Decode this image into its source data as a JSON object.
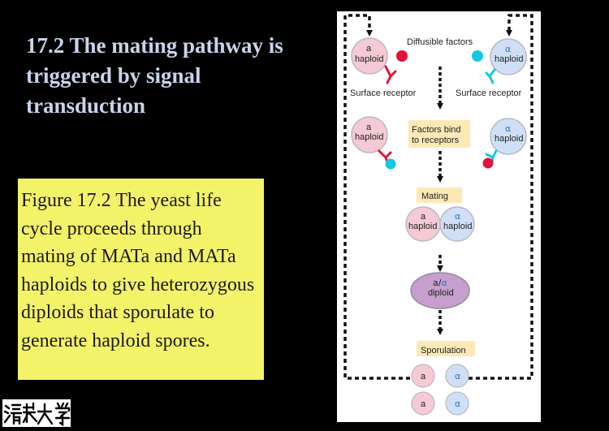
{
  "slide": {
    "title": "17.2 The mating pathway is triggered by signal transduction",
    "caption": "Figure 17.2 The yeast life cycle proceeds through mating of MATa and MATa haploids to give heterozygous diploids that sporulate to generate haploid spores."
  },
  "logo": {
    "text": "清華大學"
  },
  "diagram": {
    "diffusible_factors": "Diffusible factors",
    "left_cell": {
      "mating_type": "a",
      "label": "haploid"
    },
    "right_cell": {
      "mating_type": "α",
      "label": "haploid"
    },
    "surface_receptor_left": "Surface receptor",
    "surface_receptor_right": "Surface receptor",
    "bound_left_cell": {
      "mating_type": "a",
      "label": "haploid"
    },
    "bound_right_cell": {
      "mating_type": "α",
      "label": "haploid"
    },
    "factors_bind_line1": "Factors bind",
    "factors_bind_line2": "to receptors",
    "mating_label": "Mating",
    "mating_a": {
      "mating_type": "a",
      "label": "haploid"
    },
    "mating_alpha": {
      "mating_type": "α",
      "label": "haploid"
    },
    "diploid": {
      "mating_type_a": "a",
      "slash": "/",
      "mating_type_alpha": "α",
      "label": "diploid"
    },
    "sporulation_label": "Sporulation",
    "spores": [
      "a",
      "α",
      "a",
      "α"
    ],
    "colors": {
      "a_cell": "#f6c9d6",
      "alpha_cell": "#cfe0f6",
      "a_factor": "#e3123b",
      "alpha_factor": "#14c8e0",
      "diploid_cell": "#c69fce",
      "label_box": "#fde9b6"
    }
  }
}
